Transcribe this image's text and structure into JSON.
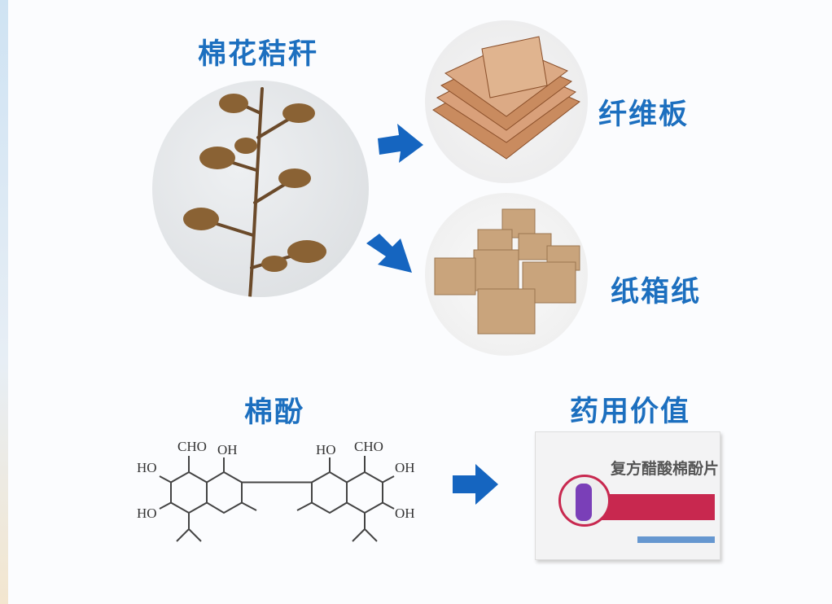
{
  "top": {
    "source_label": "棉花秸秆",
    "products": [
      {
        "label": "纤维板"
      },
      {
        "label": "纸箱纸"
      }
    ]
  },
  "bottom": {
    "compound_label": "棉酚",
    "use_label": "药用价值",
    "structure_groups": {
      "cho": "CHO",
      "oh": "OH",
      "ho": "HO"
    },
    "medicine_box": {
      "name": "复方醋酸棉酚片"
    }
  },
  "colors": {
    "title": "#1c6fbf",
    "arrow": "#1565c0"
  }
}
